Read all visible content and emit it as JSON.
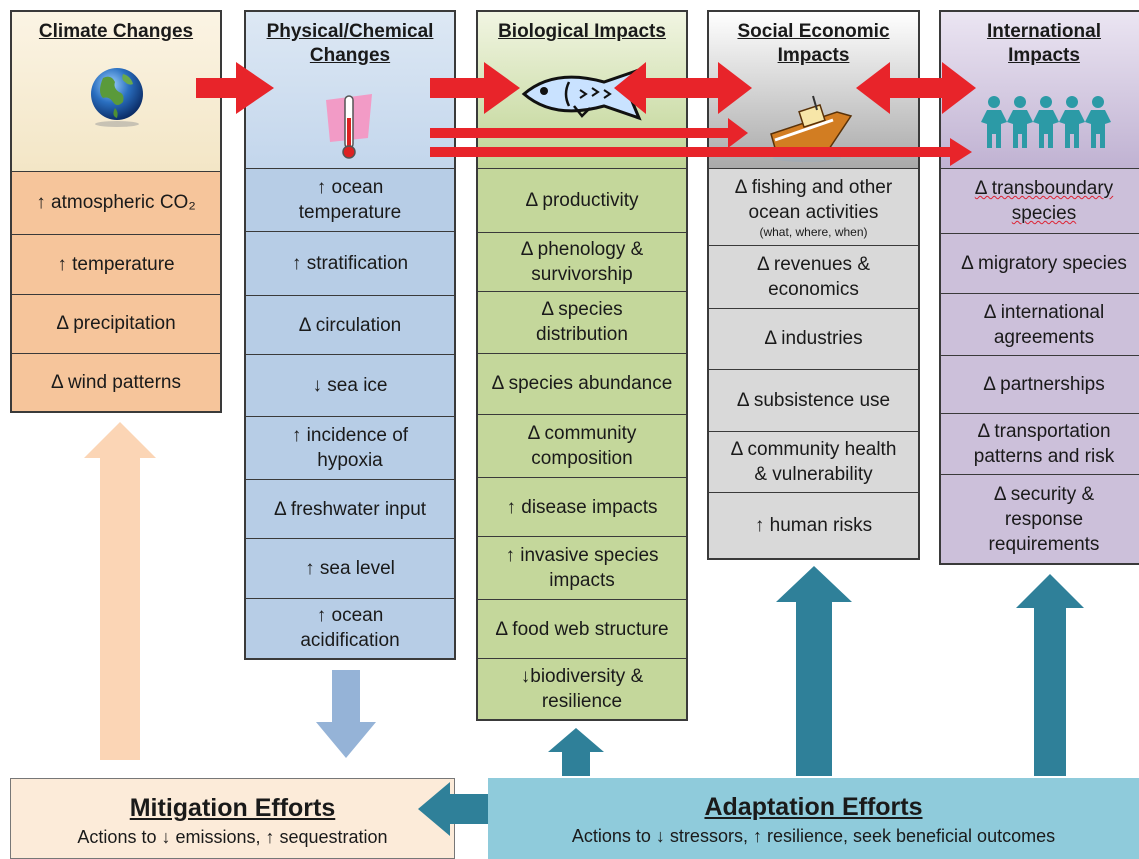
{
  "columns": [
    {
      "title": "Climate Changes",
      "icon": "globe-icon",
      "items": [
        "↑ atmospheric CO₂",
        "↑ temperature",
        "Δ precipitation",
        "Δ wind patterns"
      ]
    },
    {
      "title": "Physical/Chemical\nChanges",
      "icon": "thermometer-icon",
      "items": [
        "↑ ocean\ntemperature",
        "↑ stratification",
        "Δ circulation",
        "↓ sea ice",
        "↑ incidence of\nhypoxia",
        "Δ freshwater input",
        "↑ sea level",
        "↑ ocean\nacidification"
      ]
    },
    {
      "title": "Biological Impacts",
      "icon": "fish-icon",
      "items": [
        "Δ productivity",
        "Δ phenology &\nsurvivorship",
        "Δ species\ndistribution",
        "Δ species abundance",
        "Δ community\ncomposition",
        "↑ disease impacts",
        "↑ invasive species\nimpacts",
        "Δ food web structure",
        "↓biodiversity &\nresilience"
      ]
    },
    {
      "title": "Social Economic\nImpacts",
      "icon": "boat-icon",
      "items": [
        "Δ fishing and other\nocean activities",
        "Δ revenues &\neconomics",
        "Δ industries",
        "Δ subsistence use",
        "Δ community health\n& vulnerability",
        "↑ human risks"
      ],
      "item0_note": "(what, where, when)"
    },
    {
      "title": "International\nImpacts",
      "icon": "people-chain-icon",
      "items": [
        "Δ transboundary\nspecies",
        "Δ migratory species",
        "Δ international\nagreements",
        "Δ partnerships",
        "Δ transportation\npatterns and risk",
        "Δ security &\nresponse\nrequirements"
      ]
    }
  ],
  "mitigation": {
    "title": "Mitigation Efforts",
    "subtitle": "Actions to ↓ emissions, ↑ sequestration"
  },
  "adaptation": {
    "title": "Adaptation Efforts",
    "subtitle": "Actions to ↓ stressors, ↑ resilience, seek beneficial outcomes"
  },
  "colors": {
    "red_arrow": "#e8242a",
    "teal_arrow": "#2f8099",
    "peach_arrow": "#fbd5b5",
    "blue_arrow": "#95b3d7"
  }
}
